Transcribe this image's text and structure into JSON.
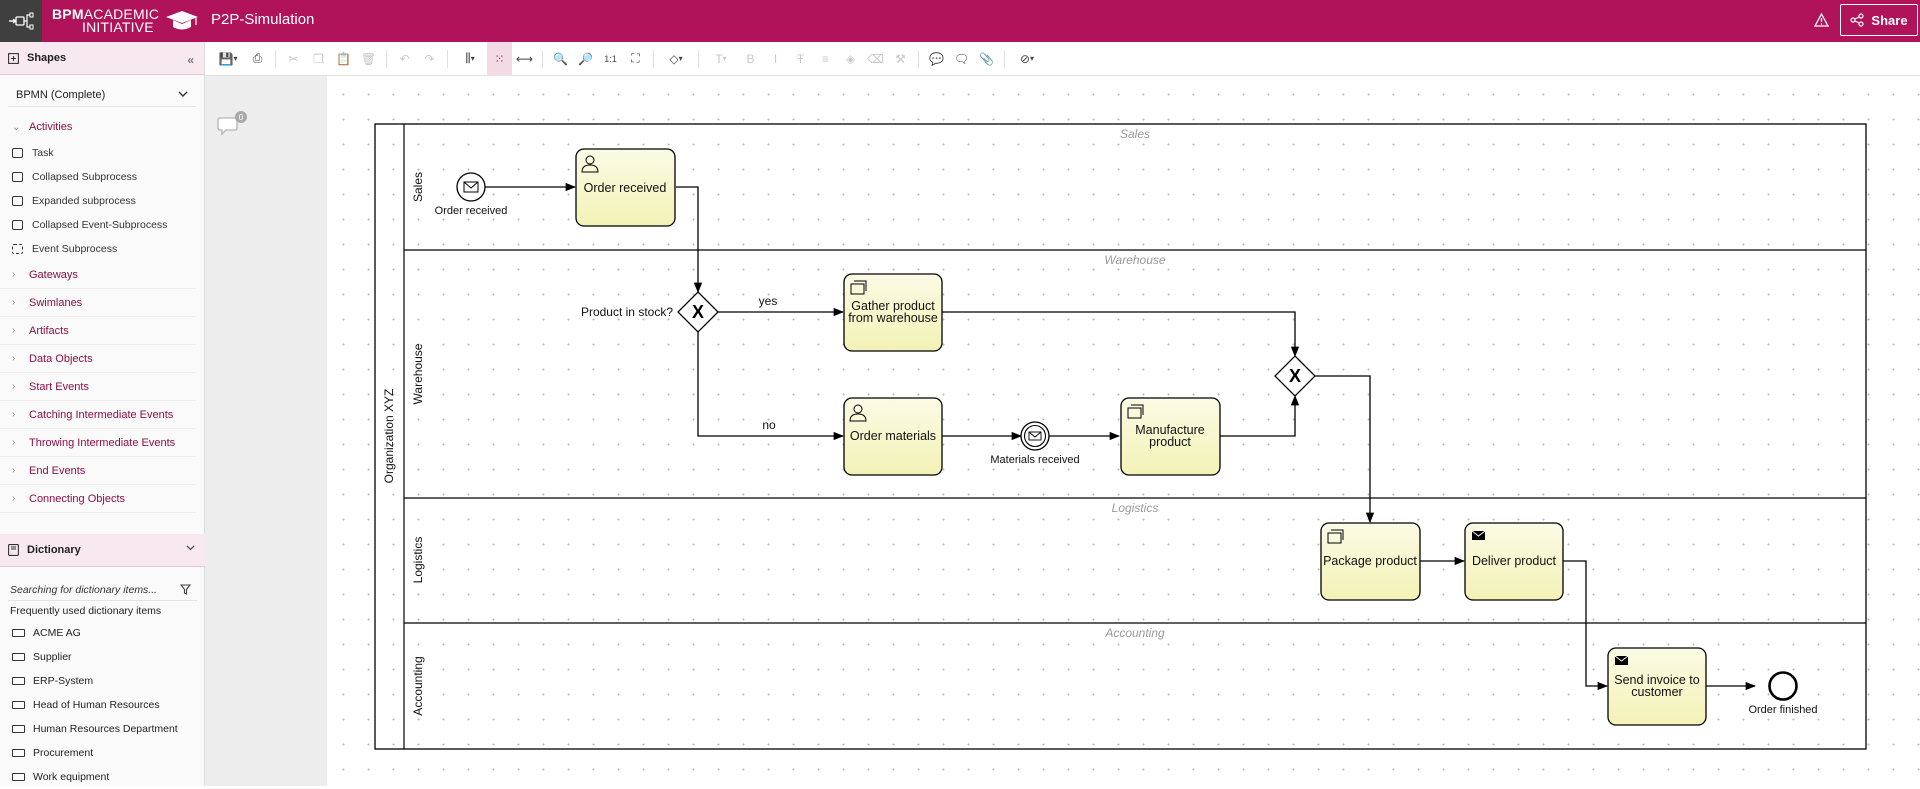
{
  "header": {
    "brand_bold": "BPM",
    "brand_rest": "ACADEMIC",
    "brand_line2": "INITIATIVE",
    "title": "P2P-Simulation",
    "share_label": "Share",
    "color": "#b0135a"
  },
  "sidebar": {
    "shapes_title": "Shapes",
    "palette": "BPMN (Complete)",
    "activities_label": "Activities",
    "activities": [
      {
        "label": "Task",
        "icon": "task-icon"
      },
      {
        "label": "Collapsed Subprocess",
        "icon": "collapsed-subprocess-icon"
      },
      {
        "label": "Expanded subprocess",
        "icon": "expanded-subprocess-icon"
      },
      {
        "label": "Collapsed Event-Subprocess",
        "icon": "collapsed-event-subprocess-icon"
      },
      {
        "label": "Event Subprocess",
        "icon": "event-subprocess-icon"
      }
    ],
    "categories": [
      "Gateways",
      "Swimlanes",
      "Artifacts",
      "Data Objects",
      "Start Events",
      "Catching Intermediate Events",
      "Throwing Intermediate Events",
      "End Events",
      "Connecting Objects"
    ],
    "dictionary_title": "Dictionary",
    "dictionary_search_placeholder": "Searching for dictionary items...",
    "dictionary_frequent": "Frequently used dictionary items",
    "dictionary_items": [
      "ACME AG",
      "Supplier",
      "ERP-System",
      "Head of Human Resources",
      "Human Resources Department",
      "Procurement",
      "Work equipment"
    ]
  },
  "canvas": {
    "comment_count": "0"
  },
  "diagram": {
    "pool": "Organization XYZ",
    "lanes": [
      "Sales",
      "Warehouse",
      "Logistics",
      "Accounting"
    ],
    "start_event": "Order received",
    "tasks": {
      "order_received": "Order received",
      "gather_line1": "Gather product",
      "gather_line2": "from warehouse",
      "order_materials": "Order materials",
      "manufacture_line1": "Manufacture",
      "manufacture_line2": "product",
      "package": "Package product",
      "deliver": "Deliver product",
      "invoice_line1": "Send invoice to",
      "invoice_line2": "customer"
    },
    "gateway_label": "Product in stock?",
    "flow_yes": "yes",
    "flow_no": "no",
    "intermediate_event": "Materials received",
    "end_event": "Order finished"
  }
}
